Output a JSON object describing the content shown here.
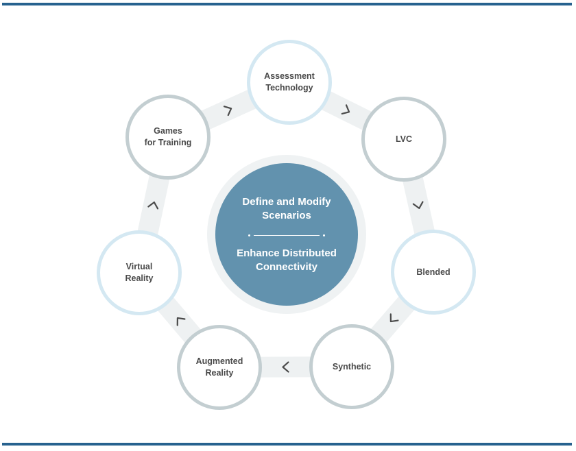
{
  "center": {
    "line1": "Define and Modify\nScenarios",
    "line2": "Enhance Distributed\nConnectivity"
  },
  "nodes": [
    {
      "id": "assessment-technology",
      "label": "Assessment\nTechnology"
    },
    {
      "id": "lvc",
      "label": "LVC"
    },
    {
      "id": "blended",
      "label": "Blended"
    },
    {
      "id": "synthetic",
      "label": "Synthetic"
    },
    {
      "id": "augmented-reality",
      "label": "Augmented\nReality"
    },
    {
      "id": "virtual-reality",
      "label": "Virtual\nReality"
    },
    {
      "id": "games-for-training",
      "label": "Games\nfor Training"
    }
  ],
  "colors": {
    "rule": "#27628f",
    "center_fill": "#6292ae",
    "center_halo": "#eff2f3",
    "node_border_light": "#d4e8f2",
    "node_border_grey": "#c3ced1",
    "connector": "#eef1f2",
    "arrow": "#4a4a4a",
    "label": "#4a4a4a"
  }
}
